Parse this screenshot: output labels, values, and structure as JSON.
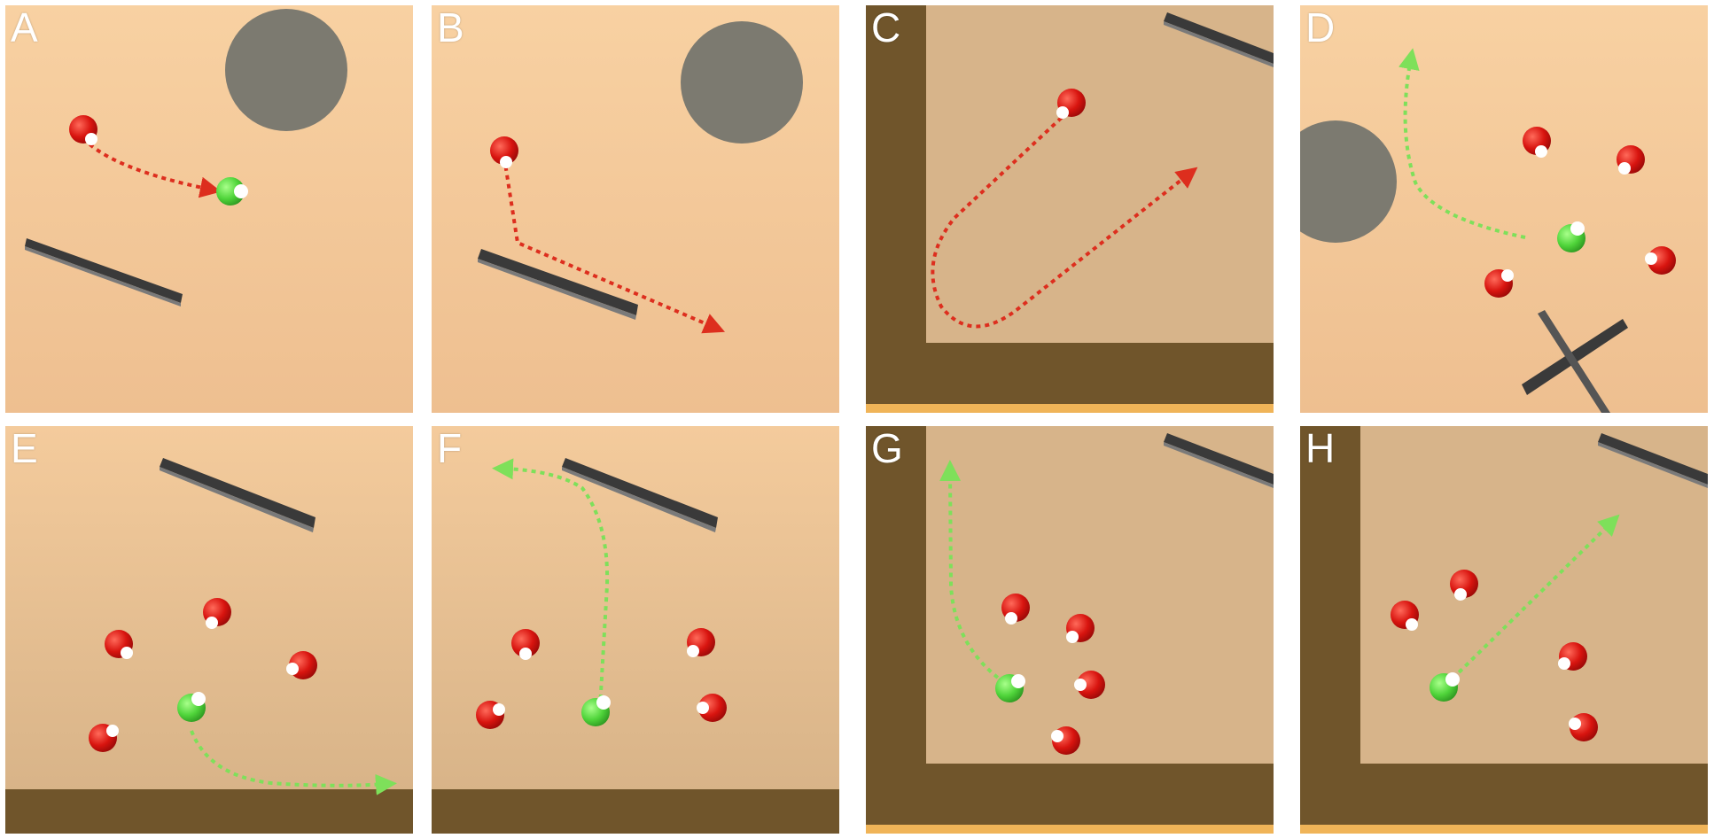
{
  "panels": [
    {
      "id": "A",
      "label": "A"
    },
    {
      "id": "B",
      "label": "B"
    },
    {
      "id": "C",
      "label": "C"
    },
    {
      "id": "D",
      "label": "D"
    },
    {
      "id": "E",
      "label": "E"
    },
    {
      "id": "F",
      "label": "F"
    },
    {
      "id": "G",
      "label": "G"
    },
    {
      "id": "H",
      "label": "H"
    }
  ],
  "colors": {
    "floor_light": "#f7cfa0",
    "floor_dark": "#d8b68a",
    "wall": "#70552b",
    "wall_edge": "#f0b458",
    "obstacle": "#7c7a70",
    "bar": "#3a3a3a",
    "agent": "#4fd43a",
    "other_molecule": "#e01818",
    "trajectory_red": "#dd2e1e",
    "trajectory_green": "#7ee05a"
  }
}
